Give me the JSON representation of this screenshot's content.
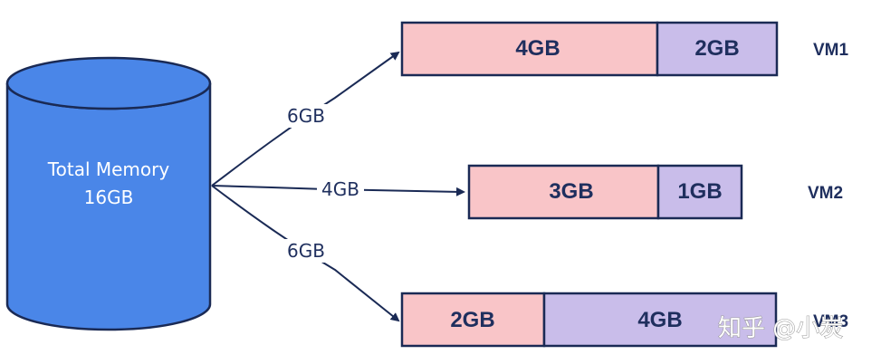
{
  "storage": {
    "line1": "Total Memory",
    "line2": "16GB"
  },
  "arrows": [
    {
      "label": "6GB"
    },
    {
      "label": "4GB"
    },
    {
      "label": "6GB"
    }
  ],
  "vms": [
    {
      "label": "VM1",
      "segments": [
        {
          "label": "4GB",
          "color": "#f9c5c8"
        },
        {
          "label": "2GB",
          "color": "#c9bdea"
        }
      ]
    },
    {
      "label": "VM2",
      "segments": [
        {
          "label": "3GB",
          "color": "#f9c5c8"
        },
        {
          "label": "1GB",
          "color": "#c9bdea"
        }
      ]
    },
    {
      "label": "VM3",
      "segments": [
        {
          "label": "2GB",
          "color": "#f9c5c8"
        },
        {
          "label": "4GB",
          "color": "#c9bdea"
        }
      ]
    }
  ],
  "watermark": "知乎 @小炭",
  "colors": {
    "outline": "#1a2a55",
    "cylinder": "#4a86e8",
    "text": "#1f2f5e"
  }
}
